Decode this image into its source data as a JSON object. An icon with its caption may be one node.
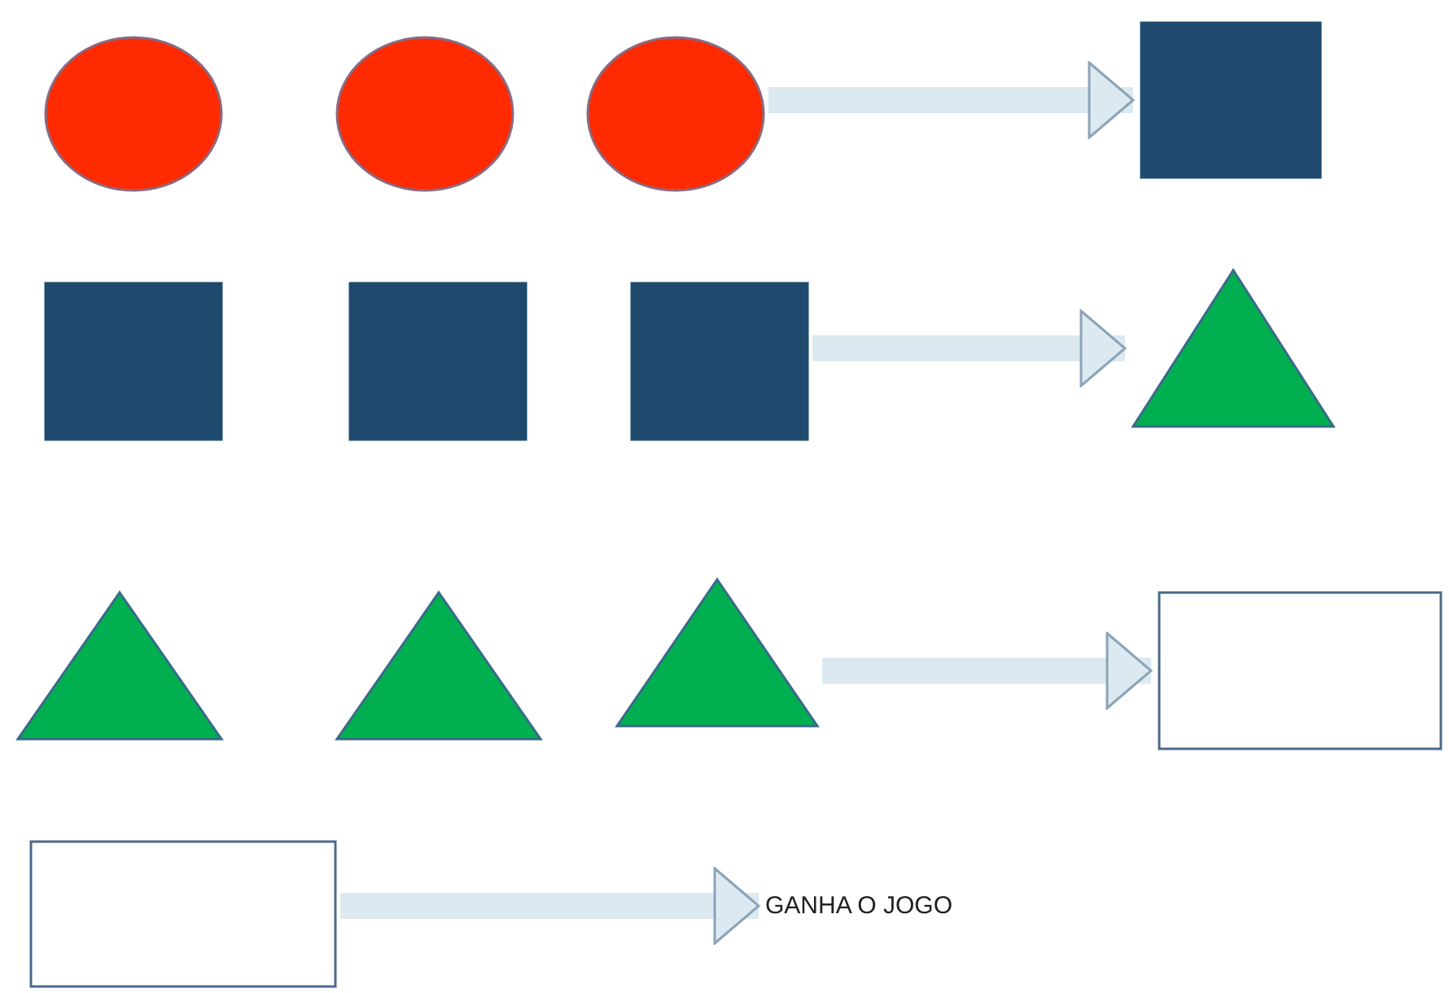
{
  "diagram": {
    "nodes": [
      {
        "text": [],
        "shape": "circle"
      },
      {
        "text": [],
        "shape": "circle"
      },
      {
        "text": [],
        "shape": "circle"
      },
      {
        "text": [],
        "shape": "box"
      },
      {
        "text": [],
        "shape": "box"
      },
      {
        "text": [],
        "shape": "box"
      },
      {
        "text": [],
        "shape": "box"
      },
      {
        "text": [],
        "shape": "triangle"
      },
      {
        "text": [],
        "shape": "triangle"
      },
      {
        "text": [],
        "shape": "triangle"
      },
      {
        "text": [],
        "shape": "triangle"
      },
      {
        "text": [],
        "shape": "box"
      },
      {
        "text": [],
        "shape": "box"
      },
      {
        "text": [
          "GANHA O JOGO"
        ]
      }
    ],
    "edges": [
      {
        "from": 2,
        "to": 3,
        "arrow": "to"
      },
      {
        "from": 6,
        "to": 7,
        "arrow": "to"
      },
      {
        "from": 10,
        "to": 11,
        "arrow": "to"
      },
      {
        "from": 12,
        "to": 13,
        "arrow": "to"
      }
    ]
  }
}
